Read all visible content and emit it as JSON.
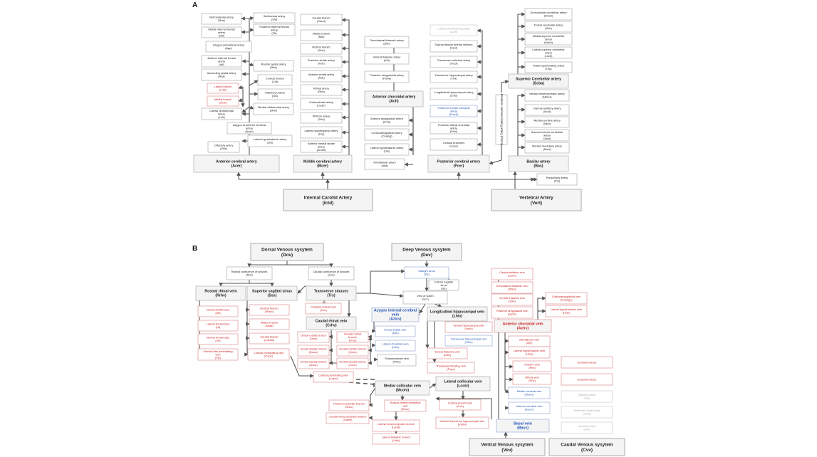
{
  "panels": [
    {
      "id": "A",
      "label": "A"
    },
    {
      "id": "B",
      "label": "B"
    }
  ],
  "colors": {
    "red": "#cc2222",
    "blue": "#2255bb",
    "gray": "#aaaaaa",
    "black": "#222222"
  },
  "nodes": {
    "ret": {
      "name": "Retrosplenial artery",
      "abbr": "(Rsa)",
      "style": "black"
    },
    "sfa": {
      "name": "Subfornical artery",
      "abbr": "(Sfa)",
      "style": "black"
    },
    "mif": {
      "name": "Middle internal frontal artery",
      "abbr": "(Mif)",
      "style": "black"
    },
    "pif": {
      "name": "Posterior internal frontal artery",
      "abbr": "(Pif)",
      "style": "black"
    },
    "app": {
      "name": "Azygos pericallosal artery",
      "abbr": "(App)",
      "style": "black"
    },
    "aif": {
      "name": "Anterior internal frontal artery",
      "abbr": "(Aif)",
      "style": "black"
    },
    "rsep": {
      "name": "Rostral septal artery",
      "abbr": "(Rsa)",
      "style": "black"
    },
    "asa": {
      "name": "Ascending septal artery",
      "abbr": "(Asa)",
      "style": "black"
    },
    "cof": {
      "name": "Cortical branch",
      "abbr": "(Cof)",
      "style": "black"
    },
    "lolb": {
      "name": "Lateral branch",
      "abbr": "(Lolb)",
      "style": "red"
    },
    "olc": {
      "name": "Olfactory branch",
      "abbr": "(Olc)",
      "style": "black"
    },
    "mob": {
      "name": "Medial branch",
      "abbr": "(Mob)",
      "style": "red"
    },
    "lofr": {
      "name": "Lateral orbitofrontal artery",
      "abbr": "(Lofr)",
      "style": "black"
    },
    "mofr": {
      "name": "Medial orbitofrontal artery",
      "abbr": "(Mofr)",
      "style": "black"
    },
    "azac": {
      "name": "Azygos of anterior cerebral artery",
      "abbr": "(Azac)",
      "style": "black"
    },
    "olfa": {
      "name": "Olfactory artery",
      "abbr": "(Olfa)",
      "style": "black"
    },
    "lhy1": {
      "name": "Lateral hypothalamic artery",
      "abbr": "(Lhy)",
      "style": "black"
    },
    "acer": {
      "name": "Anterior cerebral artery",
      "abbr": "(Acer)",
      "style": "black"
    },
    "caud": {
      "name": "Caudal branch",
      "abbr": "(Caud)",
      "style": "black"
    },
    "mid": {
      "name": "Middle branch",
      "abbr": "(Mid)",
      "style": "black"
    },
    "ros": {
      "name": "Rostral branch",
      "abbr": "(Ros)",
      "style": "black"
    },
    "pstr": {
      "name": "Posterior striate artery",
      "abbr": "(Pstr)",
      "style": "black"
    },
    "astr": {
      "name": "Anterior striate artery",
      "abbr": "(Astr)",
      "style": "black"
    },
    "rha": {
      "name": "Rhinal artery",
      "abbr": "(Rha)",
      "style": "black"
    },
    "costr": {
      "name": "Corticostriate artery",
      "abbr": "(Costr)",
      "style": "black"
    },
    "pira": {
      "name": "Piriform artery",
      "abbr": "(Pira)",
      "style": "black"
    },
    "lhy2": {
      "name": "Lateral hypothalamic artery",
      "abbr": "(Lhy)",
      "style": "black"
    },
    "amstr": {
      "name": "Anterior medial striate artery",
      "abbr": "(Amstr)",
      "style": "black"
    },
    "mcer": {
      "name": "Middle cerebral artery",
      "abbr": "(Mcer)",
      "style": "black"
    },
    "dlth": {
      "name": "Dorsolateral thalamic artery",
      "abbr": "(Dlth)",
      "style": "black"
    },
    "vth": {
      "name": "Ventral thalamic artery",
      "abbr": "(Vth)",
      "style": "black"
    },
    "pamy": {
      "name": "Posterior amygdaloid artery",
      "abbr": "(Pamy)",
      "style": "black"
    },
    "ach": {
      "name": "Anterior choroidal artery",
      "abbr": "(Ach)",
      "style": "black"
    },
    "ama": {
      "name": "Anterior amygdaloid artery",
      "abbr": "(Ama)",
      "style": "black"
    },
    "coamg": {
      "name": "Corticoamygdaloid artery",
      "abbr": "(Coamg)",
      "style": "black"
    },
    "lhy3": {
      "name": "Lateral hypothalamic artery",
      "abbr": "(Lhy)",
      "style": "black"
    },
    "infa": {
      "name": "Infundibular artery",
      "abbr": "(Infa)",
      "style": "black"
    },
    "lpm": {
      "name": "Lateral perimesencephalic",
      "abbr": "(Lpm)",
      "style": "gray"
    },
    "scol": {
      "name": "Supracollicular arterial network",
      "abbr": "(Scol)",
      "style": "black"
    },
    "trcol": {
      "name": "Transverse collicular artery",
      "abbr": "(Trcol)",
      "style": "black"
    },
    "trhi": {
      "name": "Transverse hippocampal artery",
      "abbr": "(Trhi)",
      "style": "black"
    },
    "lhia": {
      "name": "Longitudinal hippocampal artery",
      "abbr": "(Lhia)",
      "style": "black"
    },
    "pmch": {
      "name": "Posterior medial choroidal artery",
      "abbr": "(Pmch)",
      "style": "blue"
    },
    "plch": {
      "name": "Posterior lateral choroidal artery",
      "abbr": "(Plch)",
      "style": "black"
    },
    "copc": {
      "name": "Cortical branches",
      "abbr": "(Copc)",
      "style": "black"
    },
    "pcer": {
      "name": "Posterior cerebral artery",
      "abbr": "(Pcer)",
      "style": "black"
    },
    "pcom": {
      "name": "Posterior communicating artery (Pcom)",
      "abbr": "",
      "style": "black"
    },
    "dmcb": {
      "name": "Dorsomedial cerebellar artery",
      "abbr": "(Dmcb)",
      "style": "black"
    },
    "dcb": {
      "name": "Dorsal cerebellar artery",
      "abbr": "(Dcb)",
      "style": "black"
    },
    "mscb": {
      "name": "Medial superior cerebellar artery",
      "abbr": "(Mscb)",
      "style": "black"
    },
    "lscb": {
      "name": "Lateral superior cerebellar artery",
      "abbr": "(Lscb)",
      "style": "black"
    },
    "thp": {
      "name": "Thalamoperforating artery",
      "abbr": "(Thp)",
      "style": "black"
    },
    "scba": {
      "name": "Superior Cerebellar artery",
      "abbr": "(Scba)",
      "style": "black"
    },
    "mmes": {
      "name": "Medial mesencephalic artery",
      "abbr": "(Mmes)",
      "style": "black"
    },
    "iaud": {
      "name": "Internal auditory artery",
      "abbr": "(Iaud)",
      "style": "black"
    },
    "mpn": {
      "name": "Median pontine artery",
      "abbr": "(Mpn)",
      "style": "black"
    },
    "aica": {
      "name": "Anterior inferior cerebellar artery",
      "abbr": "(Aica)",
      "style": "black"
    },
    "mmd": {
      "name": "Median medullary artery",
      "abbr": "(Mmd)",
      "style": "black"
    },
    "bas": {
      "name": "Basilar artery",
      "abbr": "(Bas)",
      "style": "black"
    },
    "pol": {
      "name": "Paraolivary artery",
      "abbr": "(Pol)",
      "style": "black"
    },
    "ictd": {
      "name": "Internal Carotid Artery",
      "abbr": "(Ictd)",
      "style": "black"
    },
    "vert": {
      "name": "Vertebral Artery",
      "abbr": "(Vert)",
      "style": "black"
    },
    "dov": {
      "name": "Dorsal Venous sysytem",
      "abbr": "(Dov)",
      "style": "black"
    },
    "dev": {
      "name": "Deep Venous sysytem",
      "abbr": "(Dev)",
      "style": "black"
    },
    "rcs": {
      "name": "Rostral confluence of sinuses",
      "abbr": "(Rcs)",
      "style": "black"
    },
    "ccs": {
      "name": "Caudal confluence of sinuses",
      "abbr": "(Ccs)",
      "style": "black"
    },
    "rrhv": {
      "name": "Rostral rhinal vein",
      "abbr": "(Rrhv)",
      "style": "black"
    },
    "sss": {
      "name": "Superior sagittal sinus",
      "abbr": "(Sss)",
      "style": "black"
    },
    "trs": {
      "name": "Transverse sinuses",
      "abbr": "(Trs)",
      "style": "black"
    },
    "sts": {
      "name": "Straight sinus",
      "abbr": "(sts)",
      "style": "blue"
    },
    "iss": {
      "name": "Inferior sagittal sinus",
      "abbr": "(Iss)",
      "style": "black"
    },
    "gcv": {
      "name": "Vein of Galen",
      "abbr": "(Gcv)",
      "style": "black"
    },
    "dfl": {
      "name": "Dorsal frontal lobe",
      "abbr": "(Dfl)",
      "style": "red"
    },
    "lfl": {
      "name": "Lateral frontal lobe",
      "abbr": "(Lfl)",
      "style": "red"
    },
    "vfl": {
      "name": "Ventral frontal lobe",
      "abbr": "(Vfl)",
      "style": "red"
    },
    "flp": {
      "name": "Frontal lobe penetrating vein",
      "abbr": "(Flp)",
      "style": "red"
    },
    "rosb": {
      "name": "Rostral branch",
      "abbr": "(Rosb)",
      "style": "red"
    },
    "midb": {
      "name": "Middle branch",
      "abbr": "(Midb)",
      "style": "red"
    },
    "caudb": {
      "name": "Caudal branch",
      "abbr": "(Caudb)",
      "style": "red"
    },
    "cope": {
      "name": "Cortical penetrating vein",
      "abbr": "(Cope)",
      "style": "red"
    },
    "occ": {
      "name": "Occipital cortical vein",
      "abbr": "(Occ)",
      "style": "red"
    },
    "crhv": {
      "name": "Caudal rhinal vein",
      "abbr": "(Crhv)",
      "style": "black"
    },
    "dorc": {
      "name": "Dorsal rostral branch",
      "abbr": "(Dorc)",
      "style": "red"
    },
    "vroc": {
      "name": "Ventral rostral branch",
      "abbr": "(Vroc)",
      "style": "red"
    },
    "domc": {
      "name": "Dorsal middle branch",
      "abbr": "(Domc)",
      "style": "red"
    },
    "vmic": {
      "name": "Ventral middle branch",
      "abbr": "(Vmic)",
      "style": "red"
    },
    "docc": {
      "name": "Dorsal caudal branch",
      "abbr": "(Docc)",
      "style": "red"
    },
    "vcoc": {
      "name": "Ventral caudal branch",
      "abbr": "(Vcoc)",
      "style": "red"
    },
    "copo": {
      "name": "Cortical penetrating vien",
      "abbr": "(Copo)",
      "style": "red"
    },
    "azicv": {
      "name": "Azygos internal cerebral vein",
      "abbr": "(Azicv)",
      "style": "blue"
    },
    "lhiv": {
      "name": "Longitudinal hippocampal vein",
      "abbr": "(Lhiv)",
      "style": "black"
    },
    "dsv": {
      "name": "Dorsal septal vein",
      "abbr": "(Dsv)",
      "style": "blue"
    },
    "lchv": {
      "name": "Lateral choroidal vein",
      "abbr": "(Lchv)",
      "style": "blue"
    },
    "thsv": {
      "name": "Thalamostriate vein",
      "abbr": "(Thsv)",
      "style": "black"
    },
    "vshv": {
      "name": "Ventral hippocampal vein",
      "abbr": "(Vshv)",
      "style": "red"
    },
    "trhiv": {
      "name": "Transverse hippocampal vein",
      "abbr": "(Trhiv)",
      "style": "blue"
    },
    "dthv": {
      "name": "Dorsal thalamic vein",
      "abbr": "(Dthv)",
      "style": "red"
    },
    "thpv": {
      "name": "Thalamoperforating vein",
      "abbr": "(Thpv)",
      "style": "red"
    },
    "mcolv": {
      "name": "Medial collicular vein",
      "abbr": "(Mcolv)",
      "style": "black"
    },
    "lcolv": {
      "name": "Lateral collicular vein",
      "abbr": "(Lcolv)",
      "style": "black"
    },
    "rocc": {
      "name": "Rostral cerebellar branch",
      "abbr": "(Rocc)",
      "style": "red"
    },
    "rovc": {
      "name": "Rostral ventral cerebellar vein",
      "abbr": "(Rovc)",
      "style": "red"
    },
    "came": {
      "name": "Caudal mesencephalic Branch",
      "abbr": "(Came)",
      "style": "red"
    },
    "lame": {
      "name": "Lateral mesencephalic branch",
      "abbr": "(Lame)",
      "style": "red"
    },
    "lath": {
      "name": "Lateral thalamic branch",
      "abbr": "(Lath)",
      "style": "red"
    },
    "corv": {
      "name": "Cortical branch vein",
      "abbr": "(Corv)",
      "style": "red"
    },
    "vtrhiv": {
      "name": "Ventral transverse hippocampal vein",
      "abbr": "(Vtrhiv)",
      "style": "red"
    },
    "cstrv": {
      "name": "Caudal striatum vein",
      "abbr": "(Cstrv)",
      "style": "red"
    },
    "dlthv": {
      "name": "Dorsolateral thalamic vein",
      "abbr": "(Dlthv)",
      "style": "red"
    },
    "vthv": {
      "name": "Ventral thalamic vein",
      "abbr": "(Vthv)",
      "style": "red"
    },
    "pamv": {
      "name": "Posterior amygdaloid vein",
      "abbr": "(pamv)",
      "style": "red"
    },
    "coamgv": {
      "name": "Corticoamygdaloid vein",
      "abbr": "(Coamgv)",
      "style": "red"
    },
    "lhyv": {
      "name": "Lateral hypothalamic vein",
      "abbr": "(Lhyv)",
      "style": "red"
    },
    "achv": {
      "name": "Anterior choroidal vein",
      "abbr": "(Achv)",
      "style": "red"
    },
    "infv": {
      "name": "Infundibular vein",
      "abbr": "(Infv)",
      "style": "red"
    },
    "lhyv2": {
      "name": "Lateral hypothalamic vein",
      "abbr": "(Lhyv)",
      "style": "red"
    },
    "pirv": {
      "name": "Piriform vein",
      "abbr": "(Pirv)",
      "style": "red"
    },
    "rhv": {
      "name": "Rhinal vein",
      "abbr": "(Rhv)",
      "style": "red"
    },
    "mcerv": {
      "name": "Middle cerebral vein",
      "abbr": "(Mcerv)",
      "style": "blue"
    },
    "acerv": {
      "name": "Anterior cerebral vein",
      "abbr": "(Acerv)",
      "style": "blue"
    },
    "basv": {
      "name": "Basal vein",
      "abbr": "(Basv)",
      "style": "blue"
    },
    "vev": {
      "name": "Ventral Venous sysytem",
      "abbr": "(Vev)",
      "style": "black"
    },
    "cvv": {
      "name": "Caudal Venous sysytem",
      "abbr": "(Cvv)",
      "style": "black"
    },
    "unv2": {
      "name": "Unamed veins2",
      "abbr": "",
      "style": "red"
    },
    "unv1": {
      "name": "Unamed veins1",
      "abbr": "",
      "style": "red"
    },
    "sigs": {
      "name": "Sigmoid sinus",
      "abbr": "(ssi)",
      "style": "gray"
    },
    "vcs": {
      "name": "Vertebral Canal sinus",
      "abbr": "(vens)",
      "style": "gray"
    },
    "vertv": {
      "name": "Vertebral Vein",
      "abbr": "(Vev)",
      "style": "gray"
    }
  }
}
